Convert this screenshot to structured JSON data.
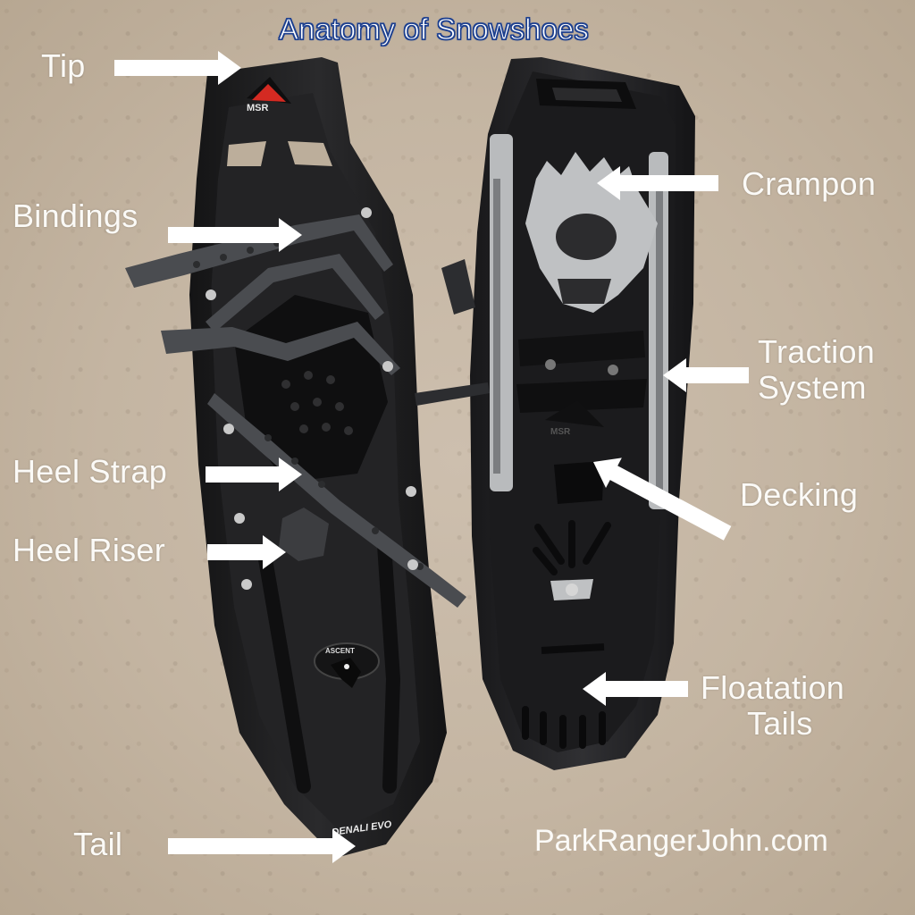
{
  "title": "Anatomy of Snowshoes",
  "labels": {
    "tip": "Tip",
    "bindings": "Bindings",
    "heel_strap": "Heel Strap",
    "heel_riser": "Heel Riser",
    "tail": "Tail",
    "crampon": "Crampon",
    "traction_line1": "Traction",
    "traction_line2": "System",
    "decking": "Decking",
    "floatation_line1": "Floatation",
    "floatation_line2": "Tails"
  },
  "brand_marks": {
    "left_logo": "MSR",
    "left_heel_lift": "ASCENT",
    "left_tail_model": "DENALI EVO",
    "right_deck_logo": "MSR"
  },
  "watermark": "ParkRangerJohn.com",
  "colors": {
    "background": "#c4b5a2",
    "title_outline": "#1c3f8f",
    "label_text": "#ffffff",
    "shoe_body": "#1e1e1f",
    "strap": "#4a4c50",
    "metal": "#b9bbbd",
    "logo_red": "#d42a22"
  }
}
